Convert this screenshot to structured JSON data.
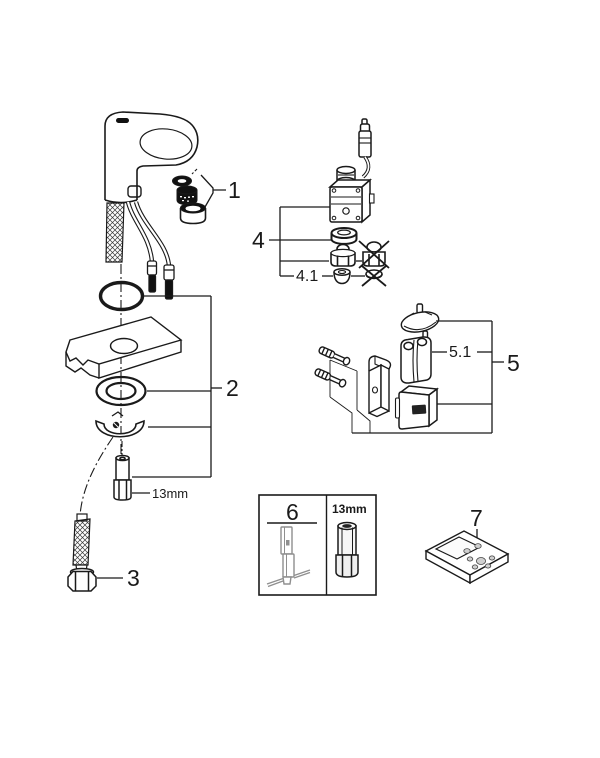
{
  "diagram": {
    "labels": {
      "callout_1": "1",
      "callout_2": "2",
      "callout_3": "3",
      "callout_4": "4",
      "callout_4_1": "4.1",
      "callout_5": "5",
      "callout_5_1": "5.1",
      "callout_6": "6",
      "callout_7": "7"
    },
    "dimensions": {
      "stud_wrench_size": "13mm",
      "socket_wrench_size": "13mm"
    },
    "colors": {
      "line": "#1a1a1a",
      "background": "#ffffff",
      "tool_gray": "#8f8f8f"
    }
  }
}
